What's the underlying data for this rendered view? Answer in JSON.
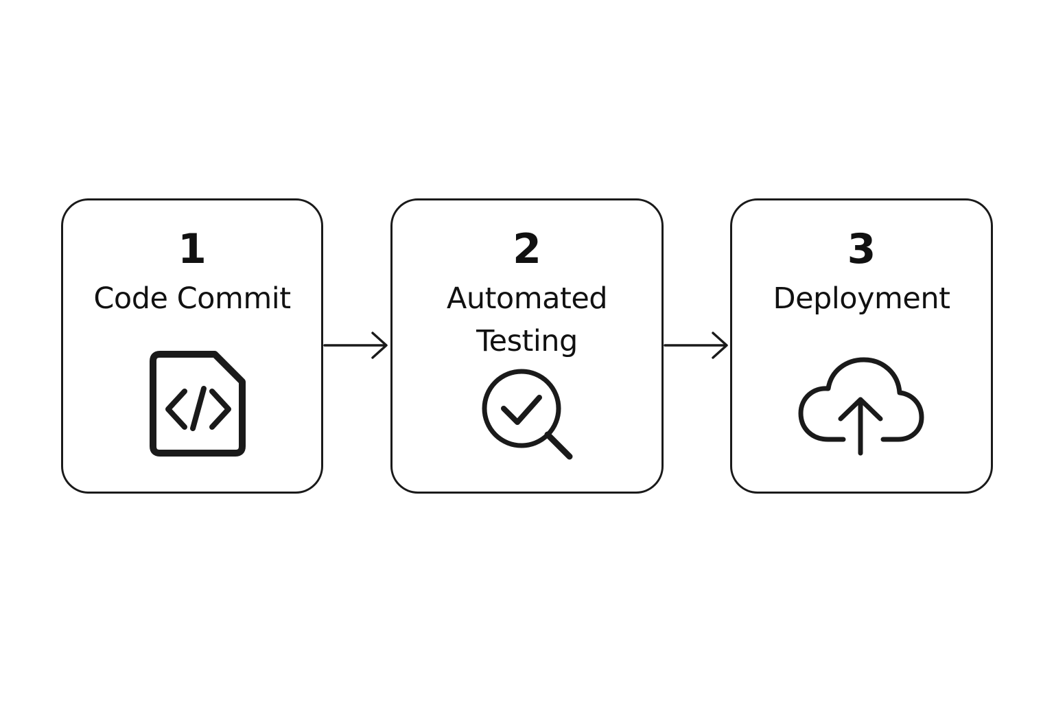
{
  "diagram": {
    "steps": [
      {
        "number": "1",
        "title": "Code Commit",
        "icon": "code-file-icon"
      },
      {
        "number": "2",
        "title": "Automated\nTesting",
        "icon": "magnifier-check-icon"
      },
      {
        "number": "3",
        "title": "Deployment",
        "icon": "cloud-upload-icon"
      }
    ],
    "connectors": [
      "arrow-right",
      "arrow-right"
    ]
  },
  "colors": {
    "stroke": "#1a1a1a",
    "text": "#111111",
    "background": "#ffffff"
  }
}
